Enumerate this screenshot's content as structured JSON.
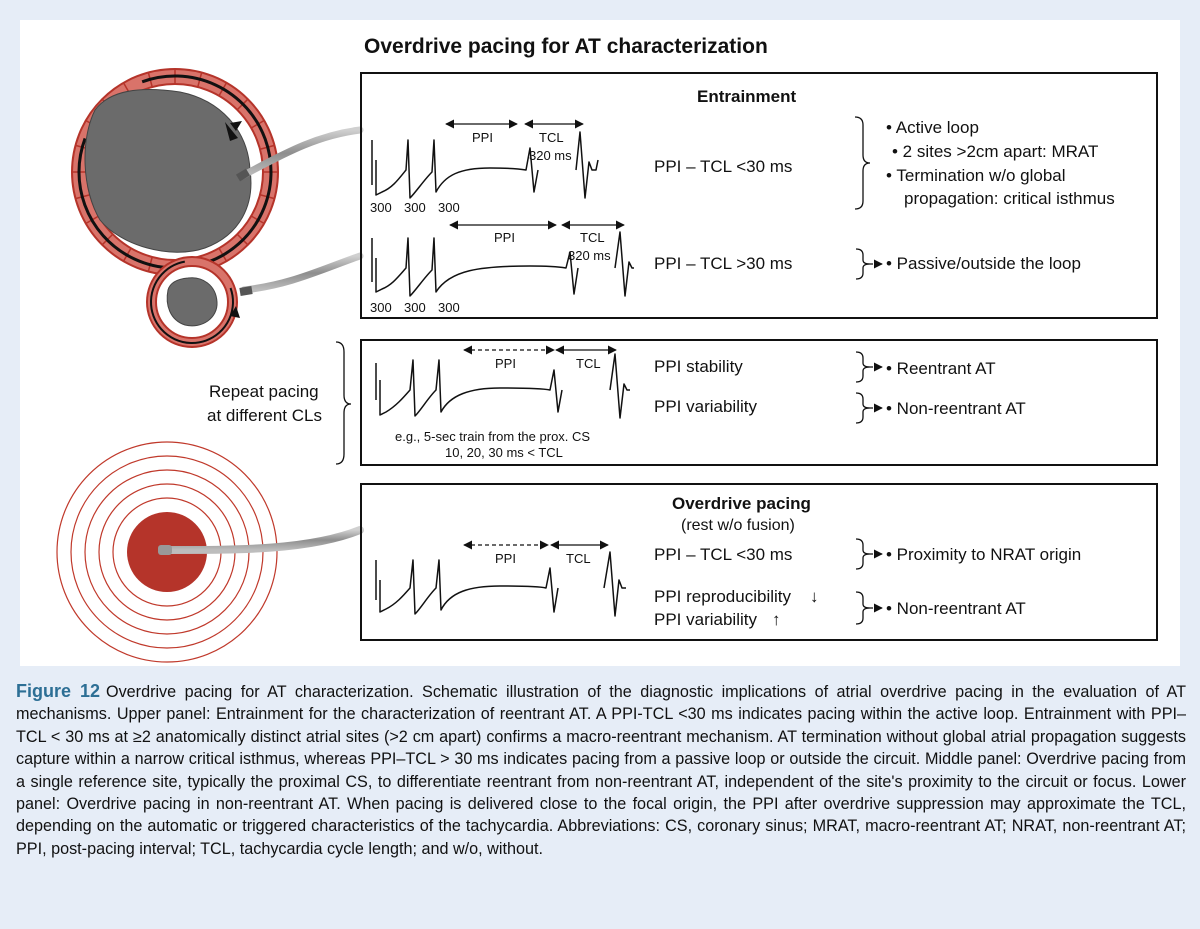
{
  "diagram": {
    "title": "Overdrive pacing for AT characterization",
    "entrainment": {
      "header": "Entrainment",
      "trace1": {
        "ppi": "PPI",
        "tcl": "TCL",
        "tcl_value": "320 ms",
        "beats": [
          "300",
          "300",
          "300"
        ]
      },
      "trace2": {
        "ppi": "PPI",
        "tcl": "TCL",
        "tcl_value": "320 ms",
        "beats": [
          "300",
          "300",
          "300"
        ]
      },
      "rule1": "PPI – TCL <30 ms",
      "rule2": "PPI – TCL >30 ms",
      "outcomes1": [
        "• Active loop",
        "• 2 sites >2cm apart: MRAT",
        "• Termination w/o global",
        "propagation: critical isthmus"
      ],
      "outcome2": "• Passive/outside the loop"
    },
    "repeat": {
      "label_line1": "Repeat pacing",
      "label_line2": "at different CLs",
      "ppi": "PPI",
      "tcl": "TCL",
      "note_line1": "e.g., 5-sec train from the prox. CS",
      "note_line2": "10, 20, 30 ms < TCL",
      "rule1": "PPI stability",
      "rule2": "PPI variability",
      "outcome1": "• Reentrant AT",
      "outcome2": "• Non-reentrant AT"
    },
    "overdrive": {
      "header": "Overdrive pacing",
      "subheader": "(rest w/o fusion)",
      "ppi": "PPI",
      "tcl": "TCL",
      "rule1": "PPI – TCL <30 ms",
      "rule2": "PPI reproducibility",
      "rule3": "PPI variability",
      "outcome1": "• Proximity to NRAT origin",
      "outcome2": "• Non-reentrant AT"
    },
    "colors": {
      "ring": "#c0392b",
      "ring_fill": "#d9736a",
      "focus": "#b5342a",
      "tissue": "#6b6b6b",
      "catheter": "#9a9a9a"
    }
  },
  "caption": {
    "label": "Figure 12",
    "text": "Overdrive pacing for AT characterization. Schematic illustration of the diagnostic implications of atrial overdrive pacing in the evaluation of AT mechanisms. Upper panel: Entrainment for the characterization of reentrant AT. A PPI-TCL <30 ms indicates pacing within the active loop. Entrainment with PPI–TCL < 30 ms at ≥2 anatomically distinct atrial sites (>2 cm apart) confirms a macro-reentrant mechanism. AT termination without global atrial propagation suggests capture within a narrow critical isthmus, whereas PPI–TCL > 30 ms indicates pacing from a passive loop or outside the circuit. Middle panel: Overdrive pacing from a single reference site, typically the proximal CS, to differentiate reentrant from non-reentrant AT, independent of the site's proximity to the circuit or focus. Lower panel: Overdrive pacing in non-reentrant AT. When pacing is delivered close to the focal origin, the PPI after overdrive suppression may approximate the TCL, depending on the automatic or triggered characteristics of the tachycardia. Abbreviations: CS, coronary sinus; MRAT, macro-reentrant AT; NRAT, non-reentrant AT; PPI, post-pacing interval; TCL, tachycardia cycle length; and w/o, without."
  }
}
